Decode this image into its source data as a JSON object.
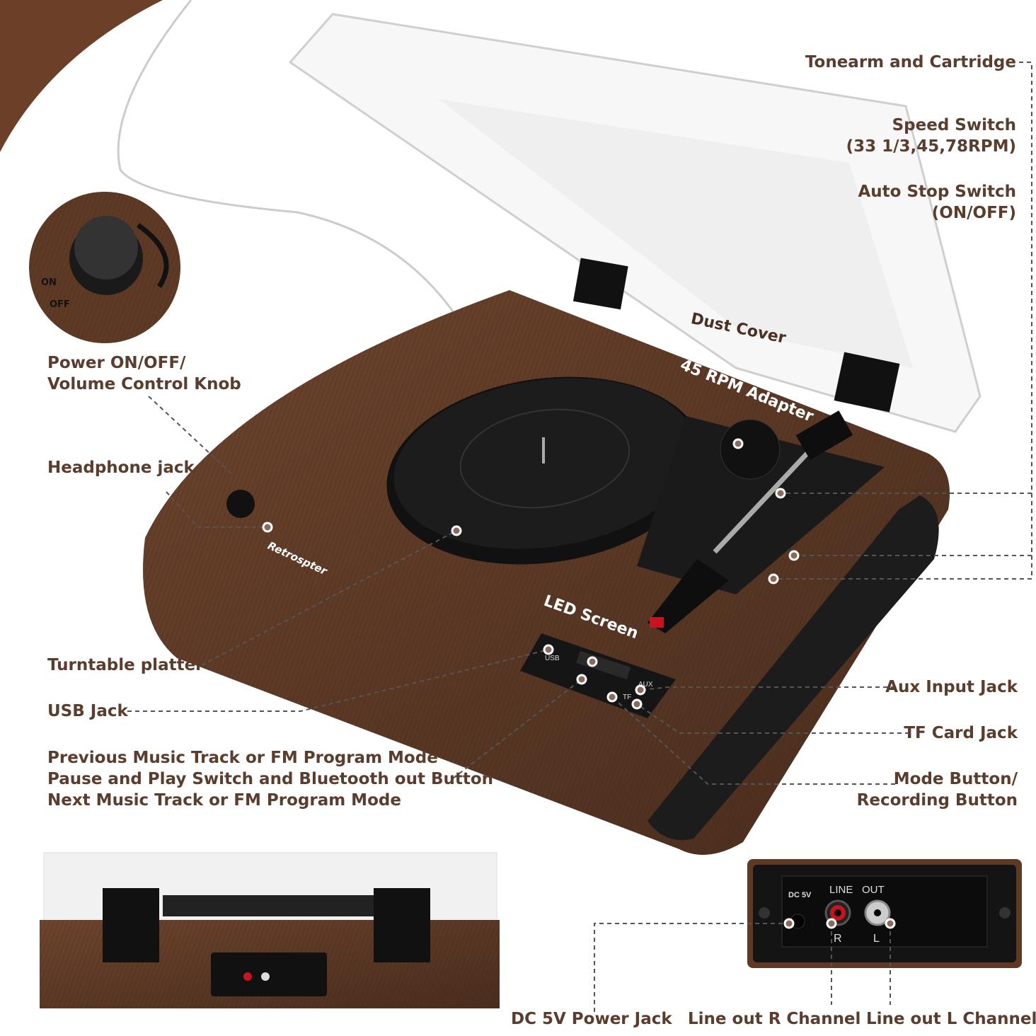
{
  "labels": {
    "tonearm": "Tonearm and Cartridge",
    "speed_switch": "Speed Switch",
    "speed_values": "(33 1/3,45,78RPM)",
    "auto_stop": "Auto Stop Switch",
    "auto_stop_values": "(ON/OFF)",
    "power_knob_1": "Power ON/OFF/",
    "power_knob_2": "Volume Control Knob",
    "headphone": "Headphone jack",
    "platter": "Turntable platter",
    "usb": "USB Jack",
    "controls_1": "Previous Music Track or FM Program Mode",
    "controls_2": "Pause and Play Switch and Bluetooth out Button",
    "controls_3": "Next Music Track or FM Program Mode",
    "aux": "Aux Input Jack",
    "tf": "TF Card Jack",
    "mode_1": "Mode Button/",
    "mode_2": "Recording Button",
    "dc": "DC 5V Power Jack",
    "line_r": "Line out R Channel",
    "line_l": "Line out L Channel"
  },
  "on_product": {
    "dust_cover": "Dust Cover",
    "adapter": "45 RPM Adapter",
    "led_screen": "LED Screen",
    "logo": "Retrospter"
  },
  "knob_inset": {
    "on": "ON",
    "off": "OFF"
  },
  "back_panel": {
    "dc": "DC 5V",
    "line": "LINE",
    "out": "OUT",
    "r": "R",
    "l": "L"
  },
  "front_panel": {
    "usb": "USB",
    "aux": "AUX",
    "tf": "TF"
  },
  "colors": {
    "wood": "#5e3a26",
    "label": "#5b3d2e",
    "corner": "#6b3f28"
  }
}
